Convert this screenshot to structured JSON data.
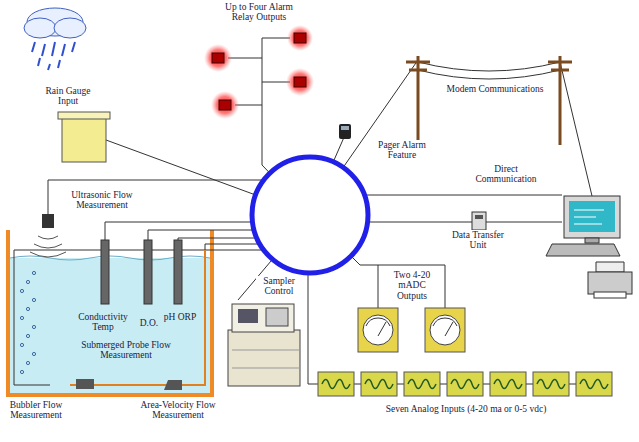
{
  "diagram": {
    "labels": [
      "Rain Gauge Input",
      "Up to Four Alarm Relay Outputs",
      "Modem Communications",
      "Pager Alarm Feature",
      "Direct Communication",
      "Data Transfer Unit",
      "Two 4-20 mADC Outputs",
      "Seven Analog Inputs (4-20 ma or 0-5 vdc)",
      "Sampler Control",
      "Ultrasonic Flow Measurement",
      "Conductivity Temp",
      "D.O.",
      "pH ORP",
      "Submerged Probe Flow Measurement",
      "Bubbler Flow Measurement",
      "Area-Velocity Flow Measurement"
    ]
  }
}
